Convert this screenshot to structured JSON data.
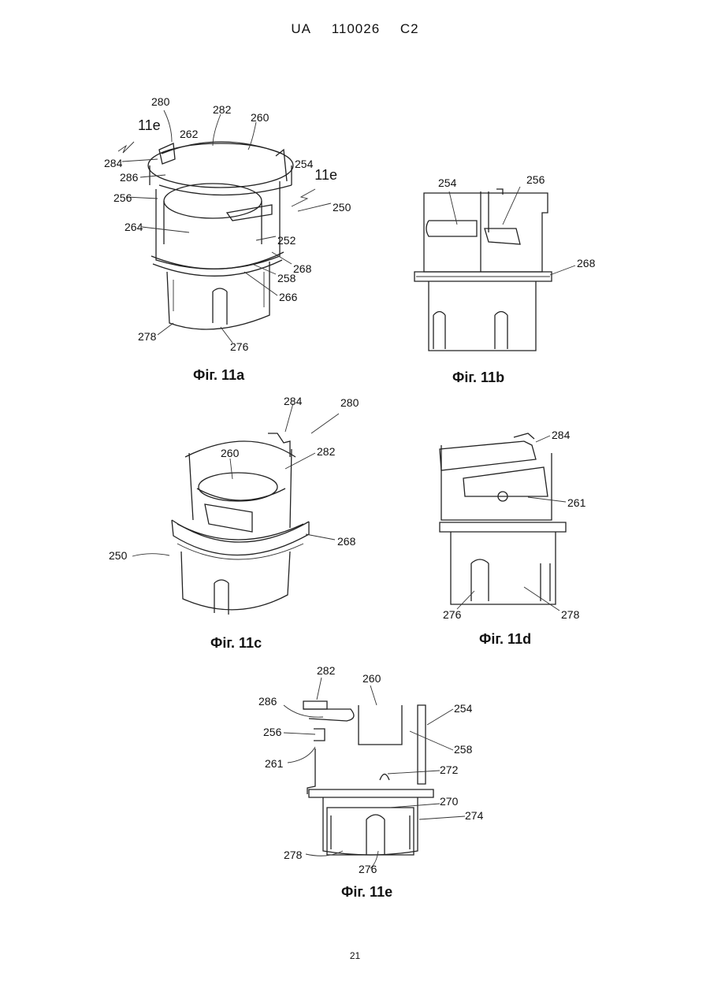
{
  "header": {
    "country": "UA",
    "number": "110026",
    "kind": "C2"
  },
  "figures": {
    "fig11a": {
      "caption": "Фіг. 11a",
      "labels": [
        "280",
        "282",
        "260",
        "11e",
        "262",
        "284",
        "286",
        "254",
        "11e",
        "256",
        "250",
        "264",
        "252",
        "268",
        "258",
        "266",
        "278",
        "276"
      ]
    },
    "fig11b": {
      "caption": "Фіг. 11b",
      "labels": [
        "254",
        "256",
        "268"
      ]
    },
    "fig11c": {
      "caption": "Фіг. 11c",
      "labels": [
        "284",
        "280",
        "260",
        "282",
        "268",
        "250"
      ]
    },
    "fig11d": {
      "caption": "Фіг. 11d",
      "labels": [
        "284",
        "261",
        "276",
        "278"
      ]
    },
    "fig11e": {
      "caption": "Фіг. 11e",
      "labels": [
        "282",
        "260",
        "286",
        "254",
        "256",
        "258",
        "261",
        "272",
        "270",
        "274",
        "278",
        "276"
      ]
    }
  },
  "page_number": "21"
}
